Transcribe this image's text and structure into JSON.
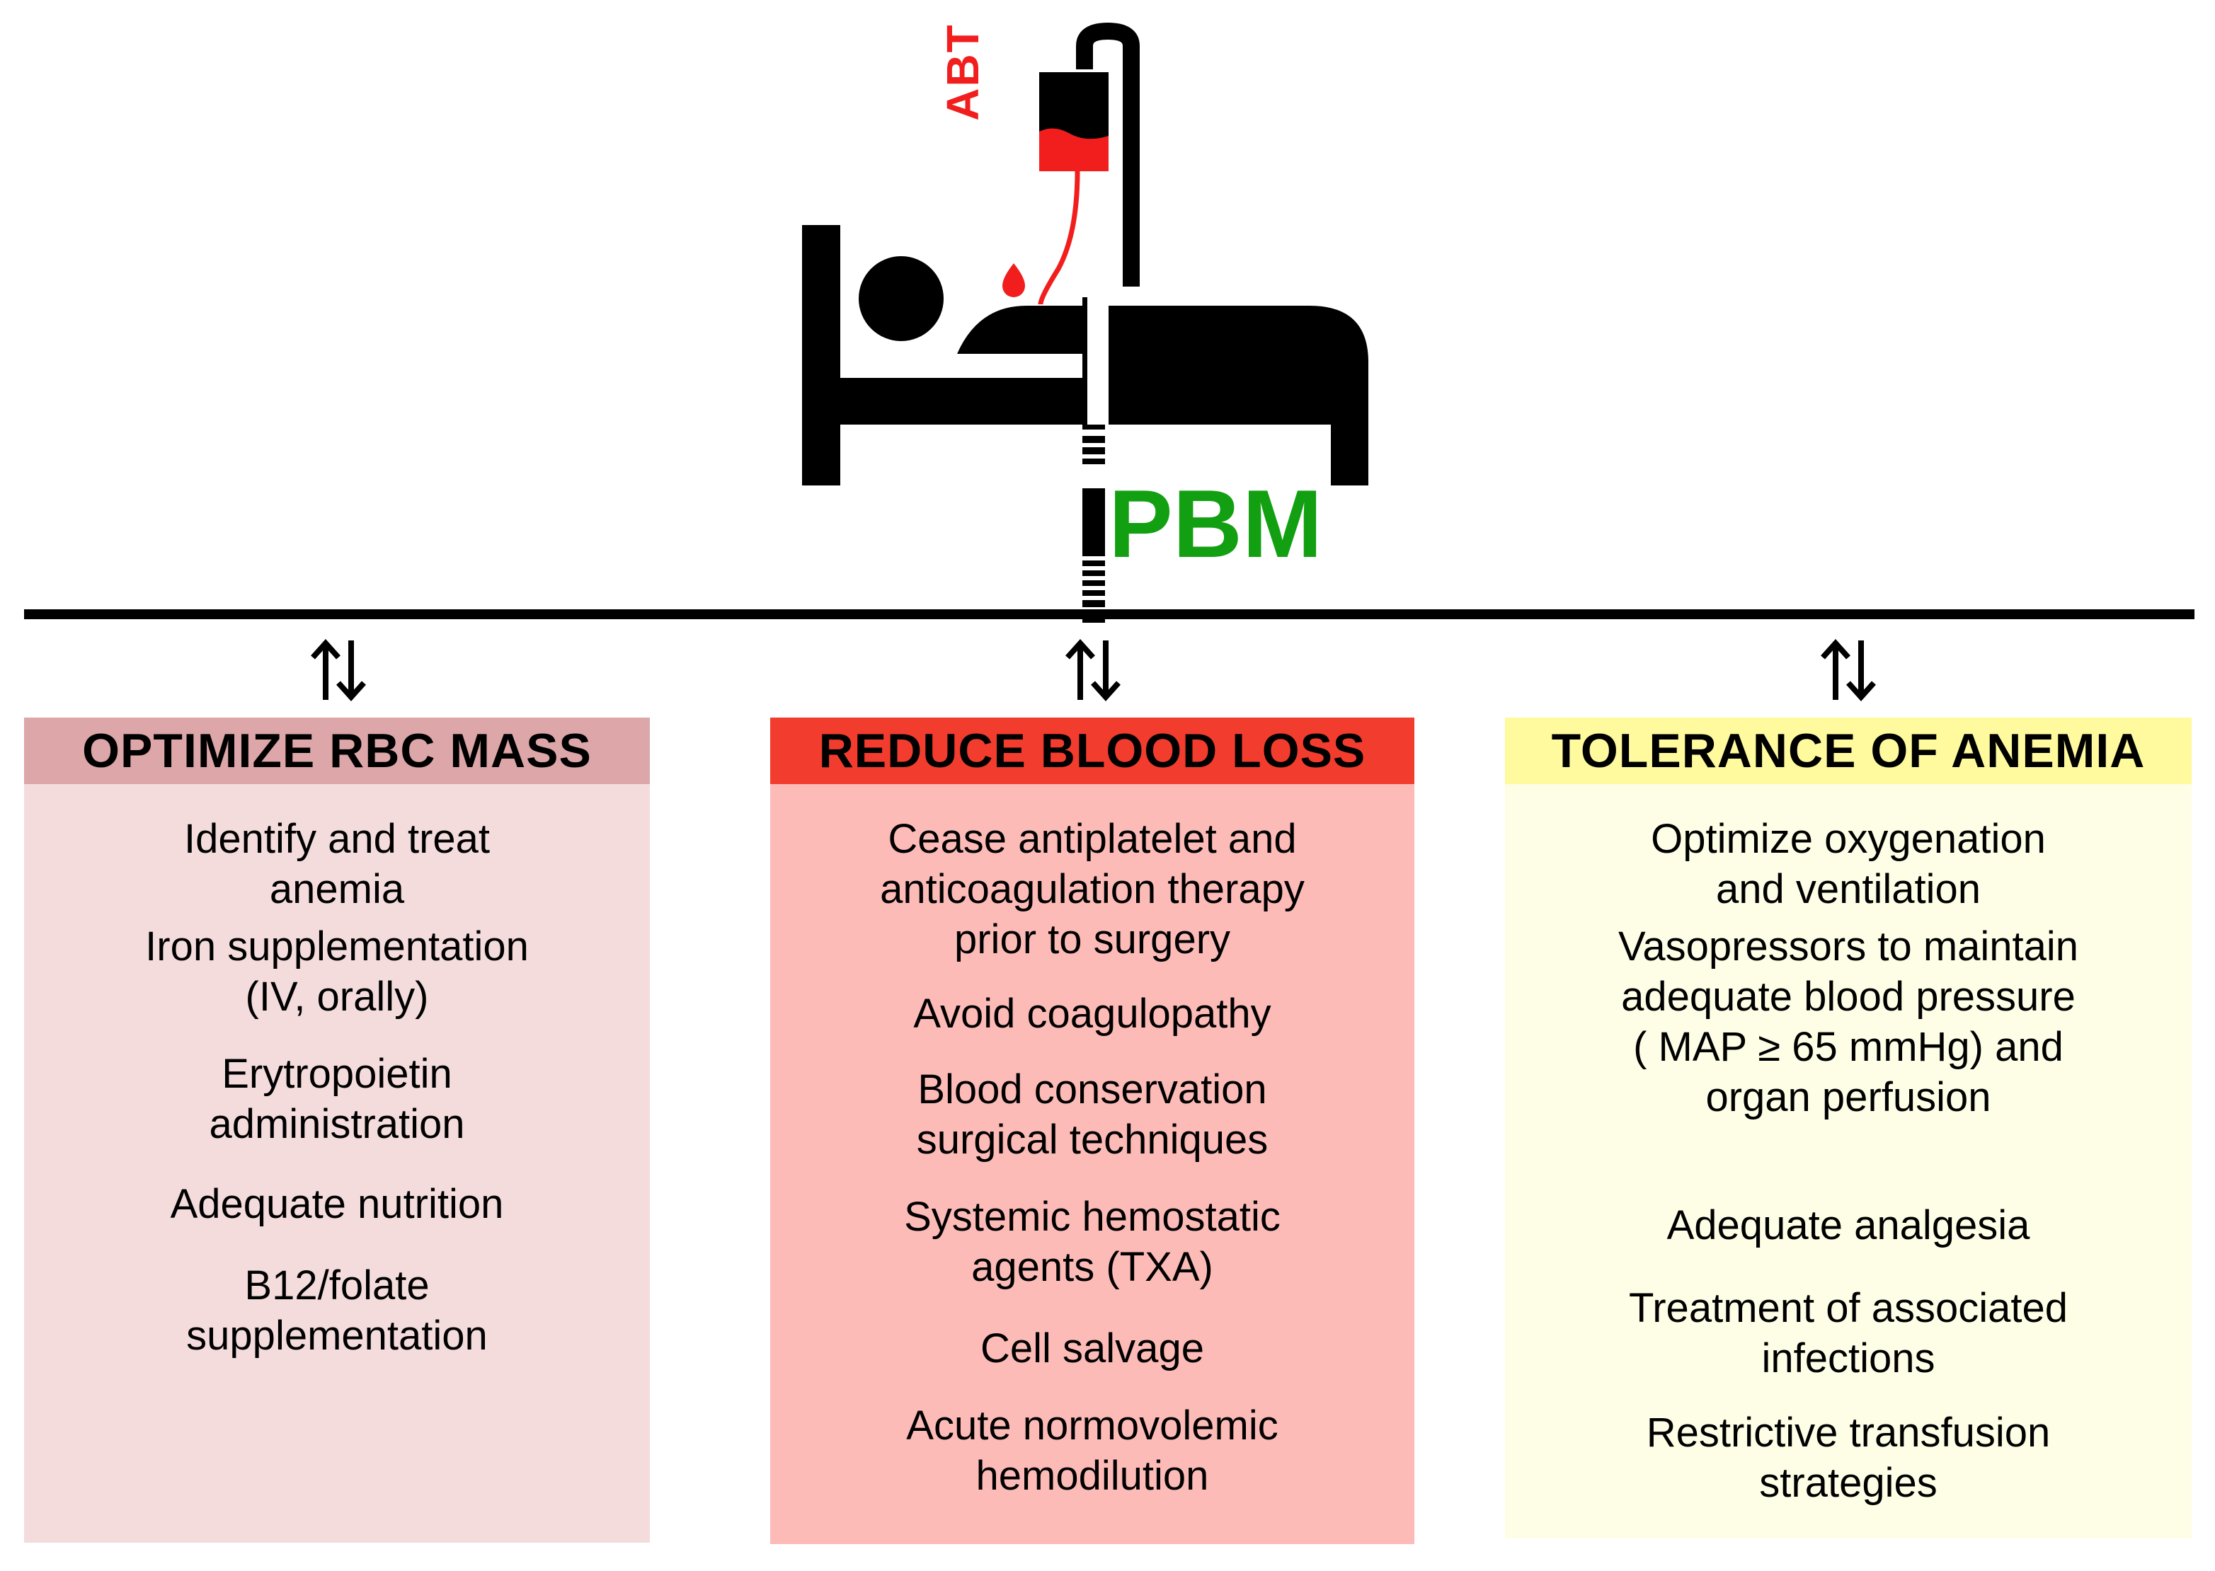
{
  "header": {
    "abt_label": "ABT",
    "pbm_label": "PBM"
  },
  "colors": {
    "pbm": "#12A012",
    "abt": "#F21E1E",
    "col1_header": "#DDA6A8",
    "col1_body": "#F4DCDD",
    "col2_header": "#F23C2E",
    "col2_body": "#FDBBB7",
    "col3_header": "#FFFA9E",
    "col3_body": "#FEFEE6"
  },
  "icons": {
    "patient": "patient-in-bed-icon",
    "transfusion": "blood-bag-icon",
    "drop": "blood-drop-icon",
    "arrows": "up-down-arrows-icon"
  },
  "columns": [
    {
      "title": "OPTIMIZE RBC MASS",
      "items": [
        "Identify and treat\nanemia",
        "Iron supplementation\n(IV, orally)",
        "Erytropoietin\nadministration",
        "Adequate nutrition",
        "B12/folate\nsupplementation"
      ]
    },
    {
      "title": "REDUCE BLOOD LOSS",
      "items": [
        "Cease antiplatelet and\nanticoagulation therapy\nprior to surgery",
        "Avoid coagulopathy",
        "Blood conservation\nsurgical techniques",
        "Systemic hemostatic\nagents (TXA)",
        "Cell salvage",
        "Acute normovolemic\nhemodilution"
      ]
    },
    {
      "title": "TOLERANCE OF ANEMIA",
      "items": [
        "Optimize oxygenation\nand ventilation",
        "Vasopressors to maintain\nadequate blood pressure\n( MAP ≥ 65 mmHg) and\norgan perfusion",
        "Adequate analgesia",
        "Treatment of associated\ninfections",
        "Restrictive transfusion\nstrategies"
      ]
    }
  ]
}
